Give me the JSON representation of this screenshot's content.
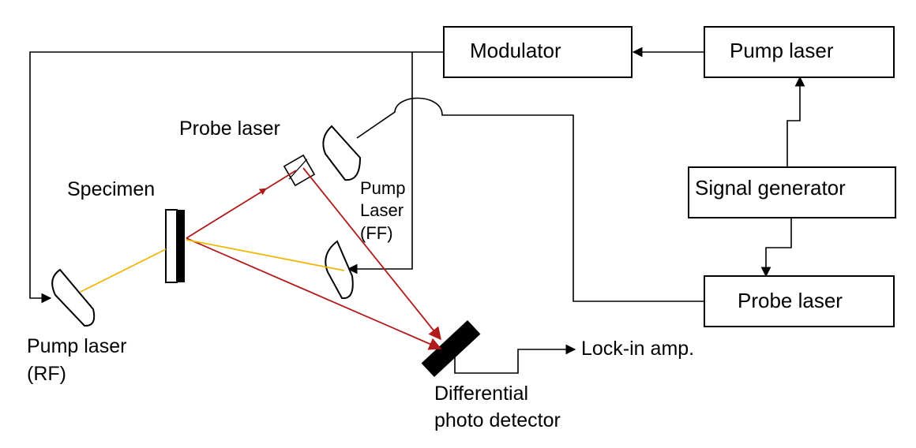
{
  "boxes": {
    "modulator": "Modulator",
    "pump_laser": "Pump laser",
    "signal_generator": "Signal generator",
    "probe_laser": "Probe laser"
  },
  "labels": {
    "probe_laser": "Probe laser",
    "specimen": "Specimen",
    "pump_ff_1": "Pump",
    "pump_ff_2": "Laser",
    "pump_ff_3": "(FF)",
    "pump_rf_1": "Pump laser",
    "pump_rf_2": "(RF)",
    "lockin": "Lock-in amp.",
    "detector_1": "Differential",
    "detector_2": "photo detector"
  },
  "colors": {
    "probe_beam": "#b01a1a",
    "pump_beam": "#f2b705",
    "lines": "#000000"
  }
}
